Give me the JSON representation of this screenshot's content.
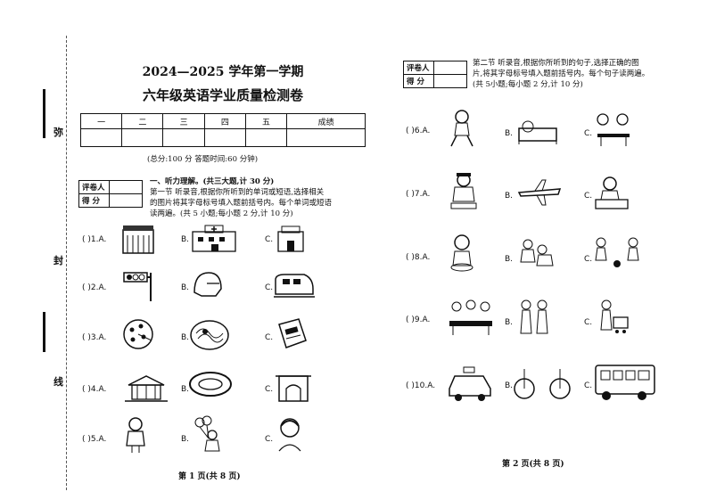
{
  "header": {
    "term": "2024—2025 学年第一学期",
    "exam_title": "六年级英语学业质量检测卷"
  },
  "binding_margin": [
    "弥",
    "封",
    "线"
  ],
  "score_table": {
    "columns": [
      "一",
      "二",
      "三",
      "四",
      "五",
      "成绩"
    ]
  },
  "exam_info": "(总分:100 分  答题时间:60 分钟)",
  "grader_box": {
    "reviewer": "评卷人",
    "score": "得  分"
  },
  "part1": {
    "heading": "一、听力理解。(共三大题,计 30 分)",
    "section1_lines": [
      "第一节  听录音,根据你所听到的单词或短语,选择相关",
      "的图片将其字母标号填入题前括号内。每个单词或短语",
      "读两遍。(共 5 小题;每小题 2 分,计 10 分)"
    ]
  },
  "part2": {
    "section2_lines": [
      "第二节  听录音,根据你所听到的句子,选择正确的图",
      "片,将其字母标号填入题前括号内。每个句子读两遍。",
      "(共 5小题;每小题 2 分,计 10 分)"
    ]
  },
  "questions_left": [
    {
      "number": "(    )1.A.",
      "b": "B.",
      "c": "C."
    },
    {
      "number": "(    )2.A.",
      "b": "B.",
      "c": "C."
    },
    {
      "number": "(    )3.A.",
      "b": "B.",
      "c": "C."
    },
    {
      "number": "(    )4.A.",
      "b": "B.",
      "c": "C."
    },
    {
      "number": "(    )5.A.",
      "b": "B.",
      "c": "C."
    }
  ],
  "questions_right": [
    {
      "number": "(    )6.A.",
      "b": "B.",
      "c": "C."
    },
    {
      "number": "(    )7.A.",
      "b": "B.",
      "c": "C."
    },
    {
      "number": "(    )8.A.",
      "b": "B.",
      "c": "C."
    },
    {
      "number": "(    )9.A.",
      "b": "B.",
      "c": "C."
    },
    {
      "number": "(    )10.A.",
      "b": "B.",
      "c": "C."
    }
  ],
  "footers": {
    "left": "第 1 页(共 8 页)",
    "right": "第 2 页(共 8 页)"
  }
}
